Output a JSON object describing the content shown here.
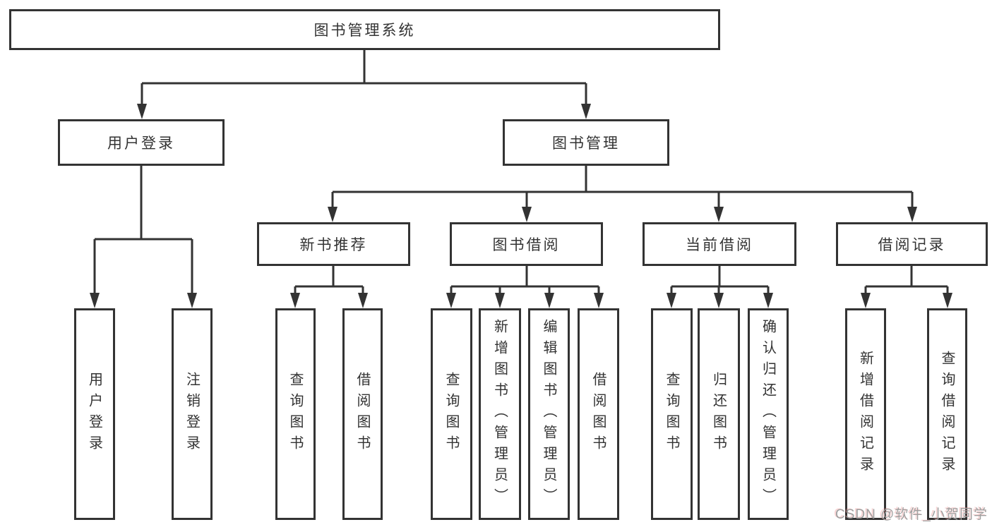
{
  "diagram": {
    "title": "图书管理系统",
    "nodes": {
      "root": {
        "label": "图书管理系统"
      },
      "user_login": {
        "label": "用户登录"
      },
      "book_mgmt": {
        "label": "图书管理"
      },
      "new_book_rec": {
        "label": "新书推荐"
      },
      "book_borrow": {
        "label": "图书借阅"
      },
      "current_borrow": {
        "label": "当前借阅"
      },
      "borrow_records": {
        "label": "借阅记录"
      },
      "leaf_user_login": {
        "label": "用户登录"
      },
      "leaf_logout": {
        "label": "注销登录"
      },
      "leaf_query_book_rec": {
        "label": "查询图书"
      },
      "leaf_borrow_book_rec": {
        "label": "借阅图书"
      },
      "leaf_query_book_borrow": {
        "label": "查询图书"
      },
      "leaf_add_book": {
        "label": "新增图书（管理员）"
      },
      "leaf_edit_book": {
        "label": "编辑图书（管理员）"
      },
      "leaf_borrow_book_borrow": {
        "label": "借阅图书"
      },
      "leaf_query_book_current": {
        "label": "查询图书"
      },
      "leaf_return_book": {
        "label": "归还图书"
      },
      "leaf_confirm_return": {
        "label": "确认归还（管理员）"
      },
      "leaf_add_borrow_record": {
        "label": "新增借阅记录"
      },
      "leaf_query_borrow_record": {
        "label": "查询借阅记录"
      }
    },
    "structure": [
      {
        "parent": "图书管理系统",
        "children": [
          "用户登录",
          "图书管理"
        ]
      },
      {
        "parent": "用户登录",
        "children": [
          "用户登录",
          "注销登录"
        ]
      },
      {
        "parent": "图书管理",
        "children": [
          "新书推荐",
          "图书借阅",
          "当前借阅",
          "借阅记录"
        ]
      },
      {
        "parent": "新书推荐",
        "children": [
          "查询图书",
          "借阅图书"
        ]
      },
      {
        "parent": "图书借阅",
        "children": [
          "查询图书",
          "新增图书（管理员）",
          "编辑图书（管理员）",
          "借阅图书"
        ]
      },
      {
        "parent": "当前借阅",
        "children": [
          "查询图书",
          "归还图书",
          "确认归还（管理员）"
        ]
      },
      {
        "parent": "借阅记录",
        "children": [
          "新增借阅记录",
          "查询借阅记录"
        ]
      }
    ],
    "colors": {
      "line": "#333333",
      "box_border": "#333333",
      "text": "#333333",
      "background": "#ffffff",
      "watermark_text": "#9f9f9f"
    }
  },
  "watermark": {
    "text": "CSDN @软件_小贺同学"
  }
}
